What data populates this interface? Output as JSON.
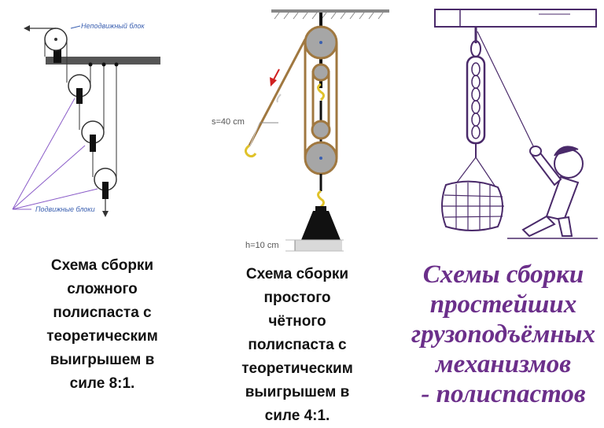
{
  "colors": {
    "caption_text": "#111111",
    "title_purple": "#6b2f8a",
    "annotation_blue": "#3a5fb0",
    "annotation_purple": "#8a5cc8",
    "rope_brown": "#a07840",
    "pulley_gray": "#a6a6a6",
    "hook_yellow": "#e0c22a",
    "arrow_red": "#d02020"
  },
  "left_diagram": {
    "fixed_block_label": "Неподвижный блок",
    "movable_blocks_label": "Подвижные блоки",
    "caption_lines": [
      "Схема сборки",
      "сложного",
      "полиспаста с",
      "теоретическим",
      "выигрышем в",
      "силе  8:1."
    ]
  },
  "middle_diagram": {
    "distance_label": "s=40 cm",
    "height_label": "h=10 cm",
    "caption_lines": [
      "Схема сборки",
      "простого",
      "чётного",
      "полиспаста с",
      "теоретическим",
      "выигрышем в",
      "силе  4:1."
    ]
  },
  "right_panel": {
    "title_lines": [
      "Схемы сборки",
      "простейших",
      "грузоподъёмных",
      "механизмов",
      "- полиспастов"
    ]
  }
}
